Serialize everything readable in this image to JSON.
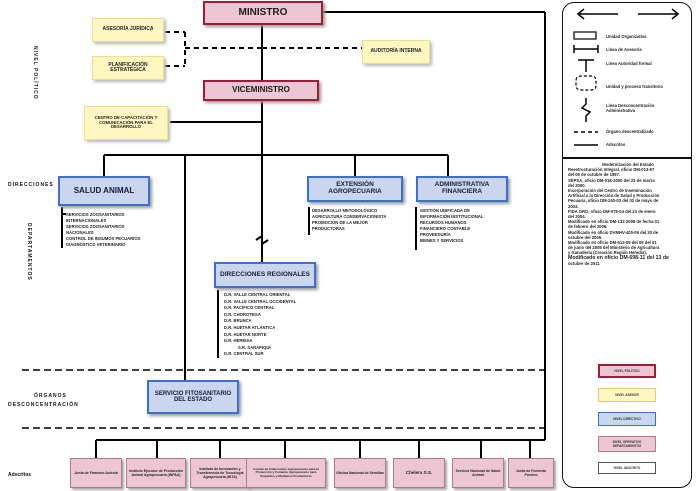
{
  "levels": {
    "nivel_politico": "NIVEL POLÍTICO",
    "direcciones": "DIRECCIONES",
    "departamentos": "DEPARTAMENTOS",
    "organos": "ÓRGANOS",
    "desconcentracion": "DESCONCENTRACIÓN",
    "adscritos": "Adscritos"
  },
  "nodes": {
    "ministro": "MINISTRO",
    "viceministro": "VICEMINISTRO",
    "asesoria": "ASESORÍA JURÍDICA",
    "planificacion": "PLANIFICACIÓN ESTRATÉGICA",
    "auditoria": "AUDITORÍA INTERNA",
    "centro": "CENTRO DE CAPACITACIÓN Y COMUNICACIÓN PARA EL DESARROLLO",
    "salud": "SALUD ANIMAL",
    "extension": "EXTENSIÓN AGROPECUARIA",
    "administrativa": "ADMINISTRATIVA FINANCIERA",
    "regionales": "DIRECCIONES REGIONALES",
    "servicio": "SERVICIO FITOSANITARIO DEL ESTADO"
  },
  "lists": {
    "salud": [
      "SERVICIOS ZOOSANITARIOS",
      "INTERNACIONALES",
      "SERVICIOS ZOOSANITARIOS",
      "NACIONALES",
      "CONTROL DE INSUMOS PECUARIOS",
      "DIAGNÓSTICO VETERINARIO"
    ],
    "extension": [
      "DESARROLLO METODOLÓGICO",
      "AGRICULTURA CONSERVACIONISTA",
      "PROMOCIÓN DE LA MEJOR",
      "PRODUCTORAS"
    ],
    "administrativa": [
      "GESTIÓN UNIFICADA DE",
      "INFORMACIÓN INSTITUCIONAL",
      "RECURSOS HUMANOS",
      "FINANCIERO CONTABLE",
      "PROVEEDURÍA",
      "BIENES Y SERVICIOS"
    ],
    "regionales": [
      "D.R. VALLE CENTRAL ORIENTAL",
      "D.R. VALLE CENTRAL OCCIDENTAL",
      "D.R. PACÍFICO CENTRAL",
      "D.R. CHOROTEGA",
      "D.R. BRUNCA",
      "D.R. HUETAR ATLÁNTICA",
      "D.R. HUETAR NORTE",
      "D.R. HEREDIA",
      "S.R. SARAPIQUÍ",
      "D.R. CENTRAL SUR"
    ]
  },
  "adscritos": [
    "Junta de Fomento Avícola",
    "Instituto Ejecutor de Producción Animal Agropecuaria (INPAA)",
    "Instituto de Innovación y Transferencia de Tecnología Agropecuaria (INTA)",
    "Comité de Fideicomiso Agropecuario para la Protección y Fomento Agropecuario para Pequeños y Medianos Productores",
    "Oficina Nacional de Semillas",
    "Chelera S.S.",
    "Servicio Nacional de Salud Animal",
    "Junta de Fomento Porcino"
  ],
  "legend": {
    "items": [
      "Unidad Organizativa",
      "Línea de Asesoría",
      "Línea Autoridad formal",
      "Unidad y proceso transitorio",
      "Línea Desconcentración Administrativa",
      "Órgano descentralizado",
      "Adscritos"
    ],
    "notes": [
      "Modernización del Estado",
      "Reestructuración Integral, oficio DM-013-97",
      "del 09 de octubre de 1997.",
      "SEPSA, oficio DM-018-2000 del 23 de marzo",
      "del 2000.",
      "Incorporación del Centro de Inseminación",
      "Artificial a la Dirección de Salud y Producción",
      "Pecuaria, oficio DM-240-03 del 02 de mayo de",
      "2003.",
      "FIDA GRO, oficio DM-075-04 del 23 de enero",
      "del 2004.",
      "Modificado en oficio DM-132-2006 de fecha 01",
      "de febrero del 2006.",
      "Modificado en oficio DVMHV-400-06 del 20 de",
      "octubre del 2006.",
      "Modificado en oficio DM-513-09 del 09 del 01",
      "de junio del 2009 del Ministerio de Agricultura",
      "y Ganadería (Creación Región Heredia).",
      "Modificado en oficio DM-698-11 del 13 de",
      "octubre de 2011"
    ],
    "keys": [
      "NIVEL POLÍTICO",
      "NIVEL ASESOR",
      "NIVEL DIRECTIVO",
      "NIVEL OPERATIVO DEPARTAMENTOS",
      "NIVEL ADSCRITO"
    ]
  }
}
